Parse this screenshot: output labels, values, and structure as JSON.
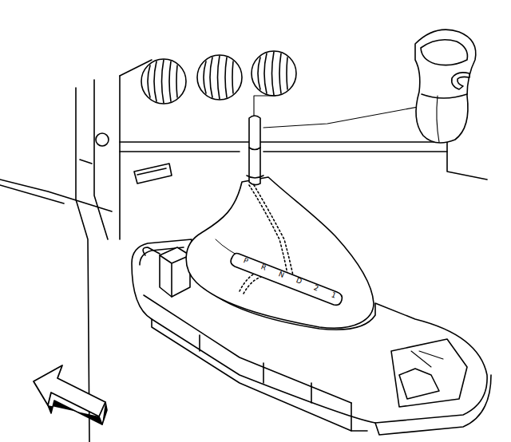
{
  "diagram": {
    "labels": [
      "P",
      "R",
      "N",
      "D",
      "2",
      "1"
    ]
  }
}
